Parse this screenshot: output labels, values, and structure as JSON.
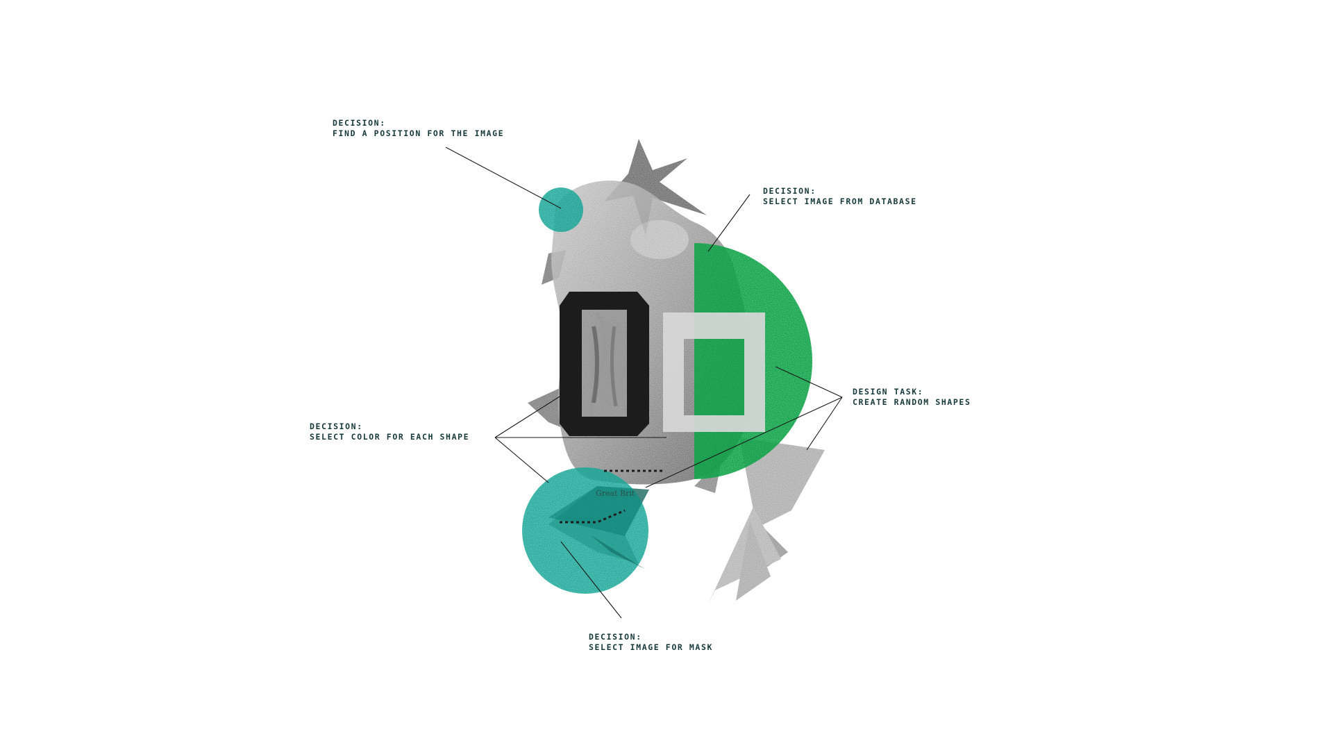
{
  "annotations": {
    "position": {
      "heading": "DECISION:",
      "text": "FIND A POSITION FOR THE IMAGE"
    },
    "database": {
      "heading": "DECISION:",
      "text": "SELECT IMAGE FROM DATABASE"
    },
    "design_task": {
      "heading": "DESIGN TASK:",
      "text": "CREATE RANDOM SHAPES"
    },
    "color": {
      "heading": "DECISION:",
      "text": "SELECT COLOR FOR EACH SHAPE"
    },
    "mask": {
      "heading": "DECISION:",
      "text": "SELECT IMAGE FOR MASK"
    }
  },
  "collage_caption": "Great Brit",
  "colors": {
    "teal": "#18b3a3",
    "green": "#13b04e",
    "ink": "#17393a",
    "glyph": "#1c1c1c",
    "stone": "#9d9d9d"
  }
}
